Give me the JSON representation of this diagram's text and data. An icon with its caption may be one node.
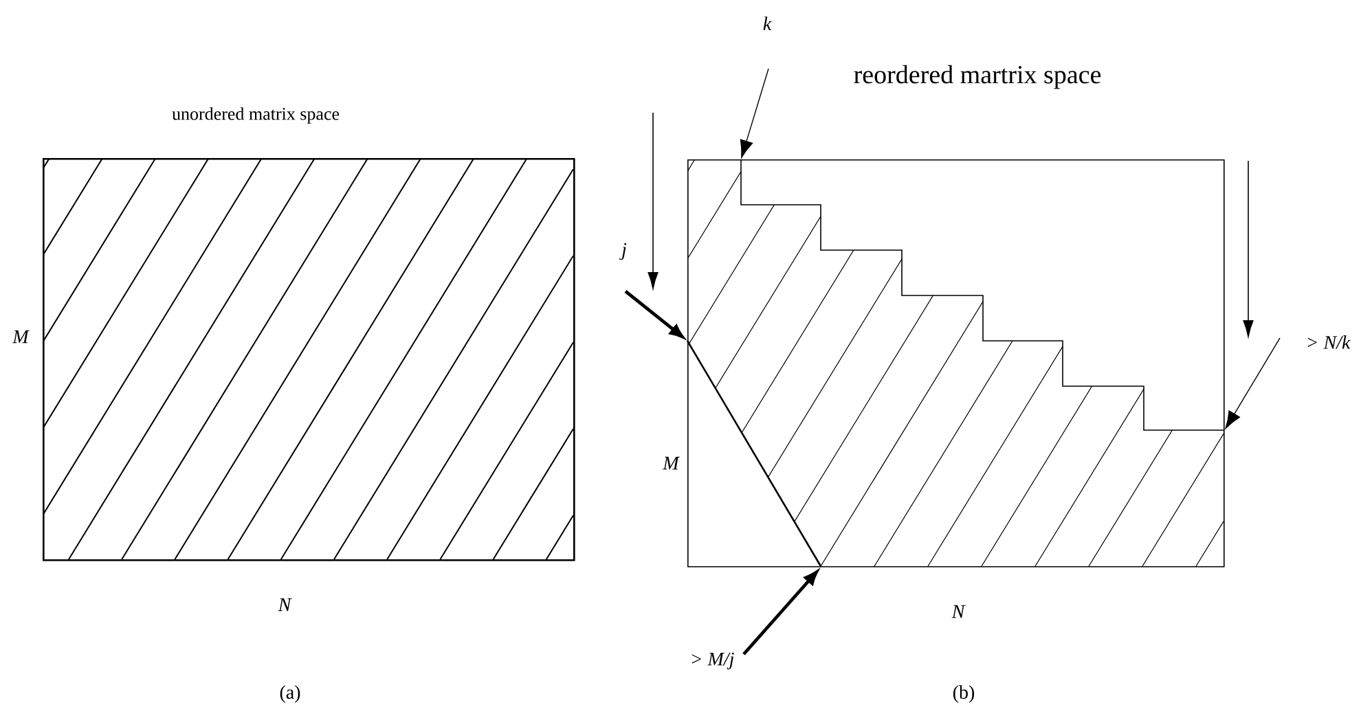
{
  "diagram": {
    "nodes": [
      {
        "text": [
          "unordered matrix space"
        ]
      },
      {
        "text": [
          "reordered martrix space"
        ]
      },
      {
        "text": [
          "k"
        ]
      },
      {
        "text": [
          "j"
        ]
      },
      {
        "text": [
          "> *N/k*"
        ]
      },
      {
        "text": [
          "> *M/j*"
        ]
      }
    ],
    "edges": [
      {
        "from": 2,
        "to": 1,
        "arrow": "to"
      },
      {
        "from": 3,
        "to": 1,
        "arrow": "to",
        "style": "thick"
      },
      {
        "from": 4,
        "to": 1,
        "arrow": "to"
      },
      {
        "from": 5,
        "to": 1,
        "arrow": "to",
        "style": "thick"
      }
    ],
    "labels": [
      "M",
      "N",
      "(a)",
      "M",
      "N",
      "(b)"
    ]
  }
}
